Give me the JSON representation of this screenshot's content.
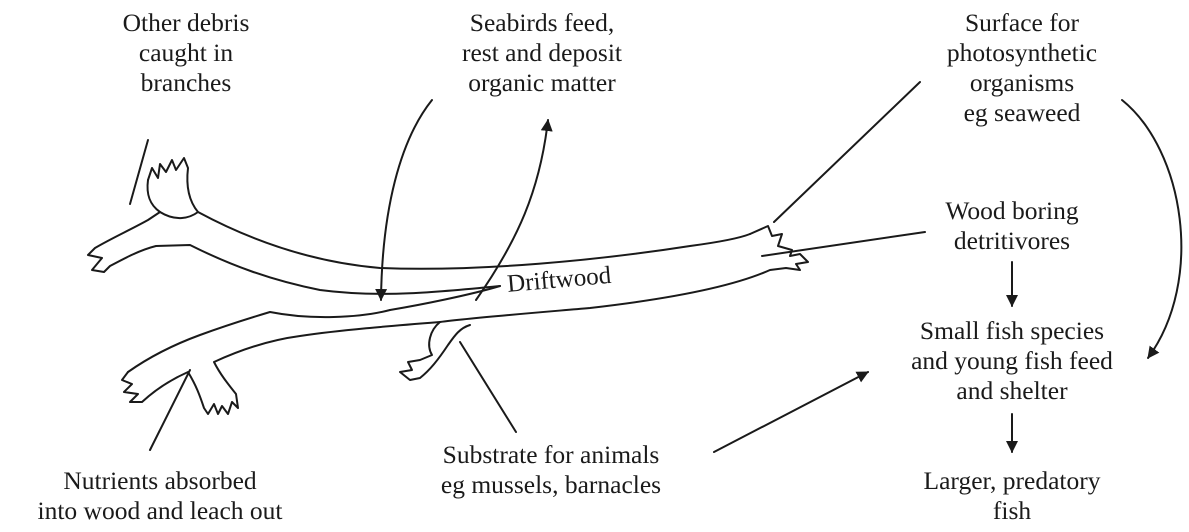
{
  "diagram": {
    "center_label": "Driftwood",
    "labels": {
      "debris": [
        "Other debris",
        "caught in",
        "branches"
      ],
      "seabirds": [
        "Seabirds feed,",
        "rest and deposit",
        "organic matter"
      ],
      "surface": [
        "Surface for",
        "photosynthetic",
        "organisms",
        "eg seaweed"
      ],
      "boring": [
        "Wood boring",
        "detritivores"
      ],
      "small_fish": [
        "Small fish species",
        "and young fish feed",
        "and shelter"
      ],
      "larger_fish": [
        "Larger, predatory",
        "fish"
      ],
      "substrate": [
        "Substrate for animals",
        "eg mussels, barnacles"
      ],
      "nutrients": [
        "Nutrients absorbed",
        "into wood and leach out"
      ]
    }
  }
}
